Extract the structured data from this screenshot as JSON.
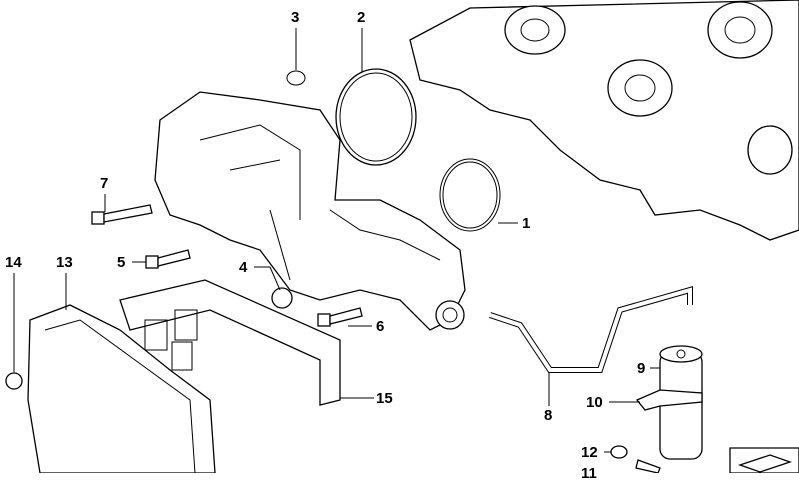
{
  "diagram": {
    "callouts": [
      {
        "id": "3",
        "label": "3"
      },
      {
        "id": "2",
        "label": "2"
      },
      {
        "id": "7",
        "label": "7"
      },
      {
        "id": "1",
        "label": "1"
      },
      {
        "id": "14",
        "label": "14"
      },
      {
        "id": "13",
        "label": "13"
      },
      {
        "id": "5",
        "label": "5"
      },
      {
        "id": "4",
        "label": "4"
      },
      {
        "id": "6",
        "label": "6"
      },
      {
        "id": "15",
        "label": "15"
      },
      {
        "id": "9",
        "label": "9"
      },
      {
        "id": "10",
        "label": "10"
      },
      {
        "id": "8",
        "label": "8"
      },
      {
        "id": "12",
        "label": "12"
      },
      {
        "id": "11",
        "label": "11"
      }
    ]
  }
}
